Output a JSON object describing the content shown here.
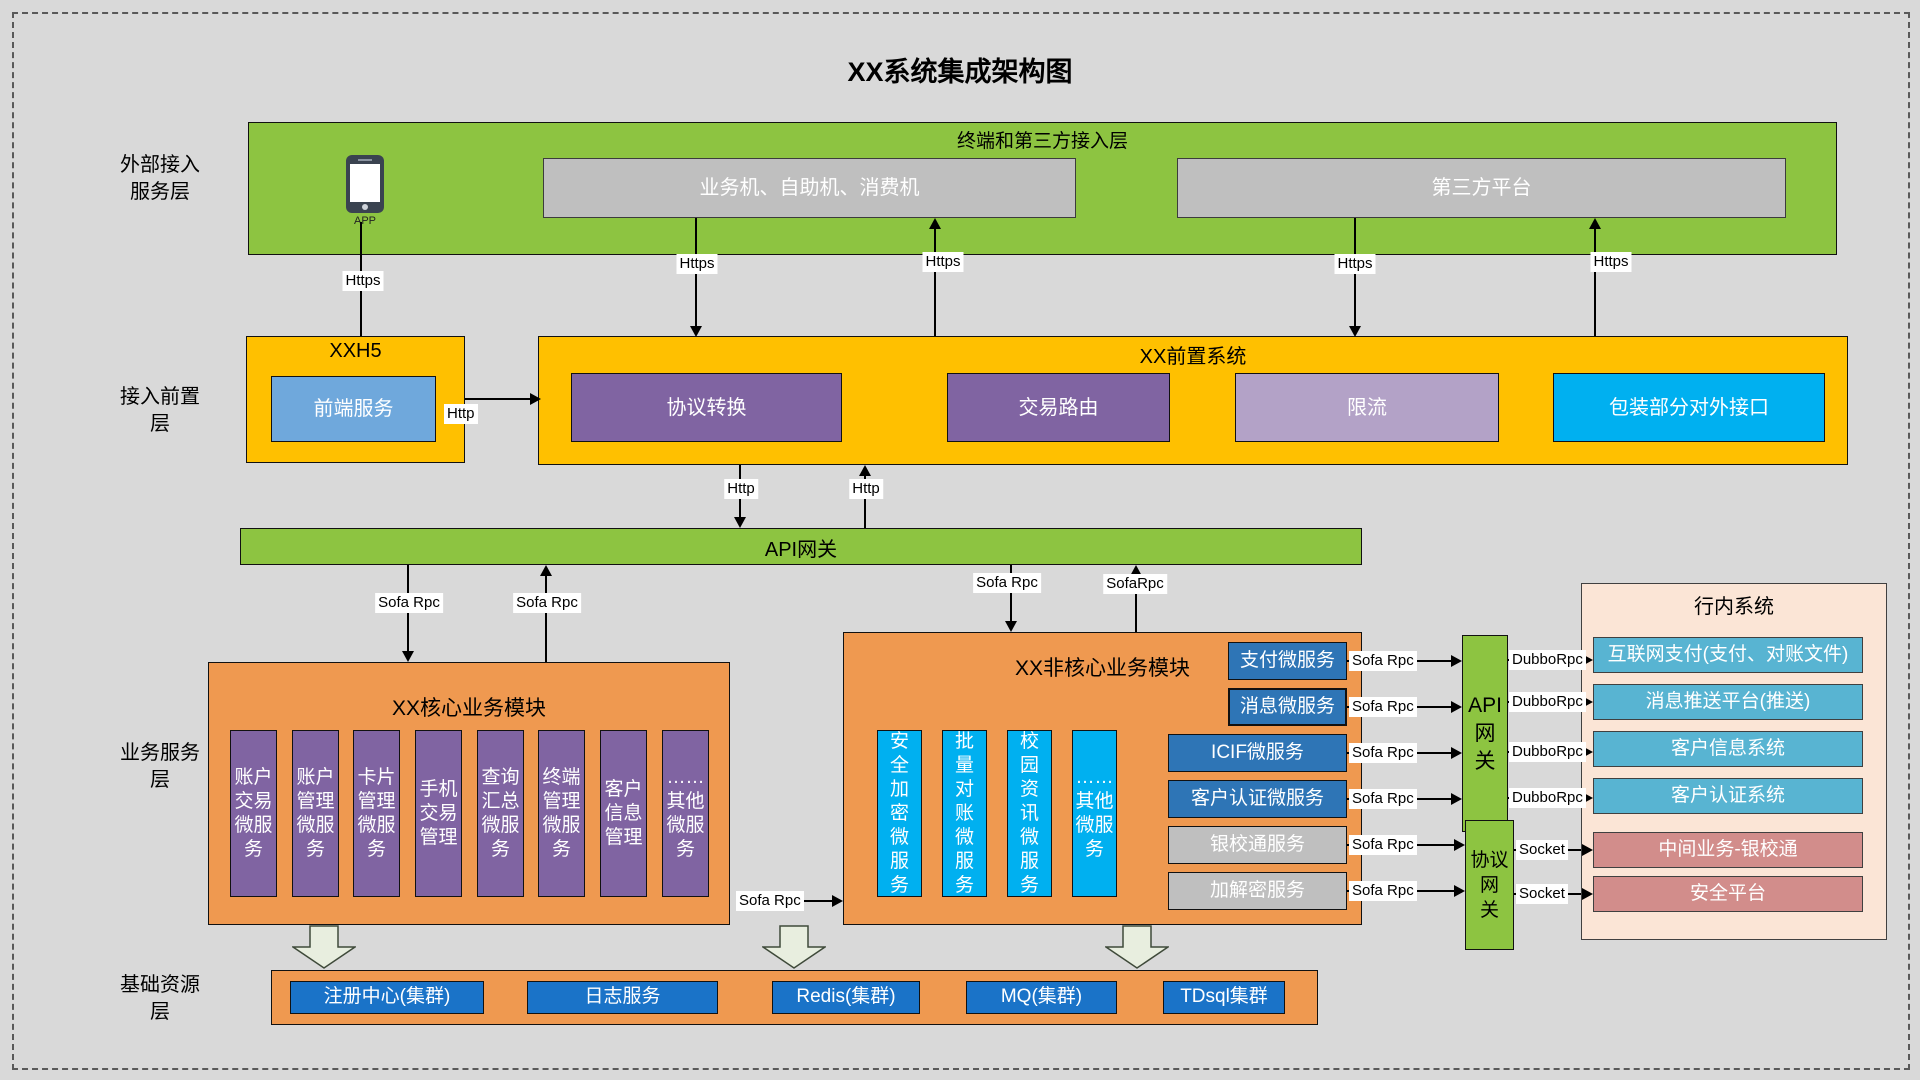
{
  "title": "XX系统集成架构图",
  "side_labels": {
    "external": "外部接入\n服务层",
    "front": "接入前置\n层",
    "business": "业务服务\n层",
    "base": "基础资源\n层"
  },
  "terminal_layer": {
    "label": "终端和第三方接入层",
    "app_label": "APP",
    "business_terminals": "业务机、自助机、消费机",
    "third_party": "第三方平台"
  },
  "front_layer": {
    "xxh5_label": "XXH5",
    "front_service": "前端服务",
    "front_system_label": "XX前置系统",
    "protocol_convert": "协议转换",
    "trade_route": "交易路由",
    "rate_limit": "限流",
    "wrap_api": "包装部分对外接口"
  },
  "api_gateway_bar": "API网关",
  "core_module": {
    "label": "XX核心业务模块",
    "services": [
      "账户交易微服务",
      "账户管理微服务",
      "卡片管理微服务",
      "手机交易管理",
      "查询汇总微服务",
      "终端管理微服务",
      "客户信息管理",
      "……其他微服务"
    ]
  },
  "noncore_module": {
    "label": "XX非核心业务模块",
    "v_services": [
      "安全加密微服务",
      "批量对账微服务",
      "校园资讯微服务",
      "……其他微服务"
    ],
    "h_services": [
      "支付微服务",
      "消息微服务",
      "ICIF微服务",
      "客户认证微服务",
      "银校通服务",
      "加解密服务"
    ]
  },
  "gateways": {
    "api_vertical": "API\n网\n关",
    "protocol_vertical": "协议\n网\n关"
  },
  "internal_systems": {
    "label": "行内系统",
    "items": [
      "互联网支付(支付、对账文件)",
      "消息推送平台(推送)",
      "客户信息系统",
      "客户认证系统",
      "中间业务-银校通",
      "安全平台"
    ]
  },
  "base_layer": {
    "items": [
      "注册中心(集群)",
      "日志服务",
      "Redis(集群)",
      "MQ(集群)",
      "TDsql集群"
    ]
  },
  "connectors": {
    "https": "Https",
    "http": "Http",
    "sofa_rpc": "Sofa Rpc",
    "sofa_rpc_tight": "SofaRpc",
    "dubbo_rpc": "DubboRpc",
    "socket": "Socket"
  },
  "colors": {
    "background": "#d9d9d9",
    "green": "#8dc441",
    "orange": "#ef9950",
    "yellow": "#ffc000",
    "purple": "#8064a2",
    "light_purple": "#b3a2c7",
    "cyan": "#00b0f0",
    "blue": "#2e75b6",
    "bottom_blue": "#1a73c8",
    "gray_box": "#bfbfbf",
    "cream": "#fbe5d6",
    "teal": "#58b4d2",
    "rose": "#d28d8b"
  }
}
